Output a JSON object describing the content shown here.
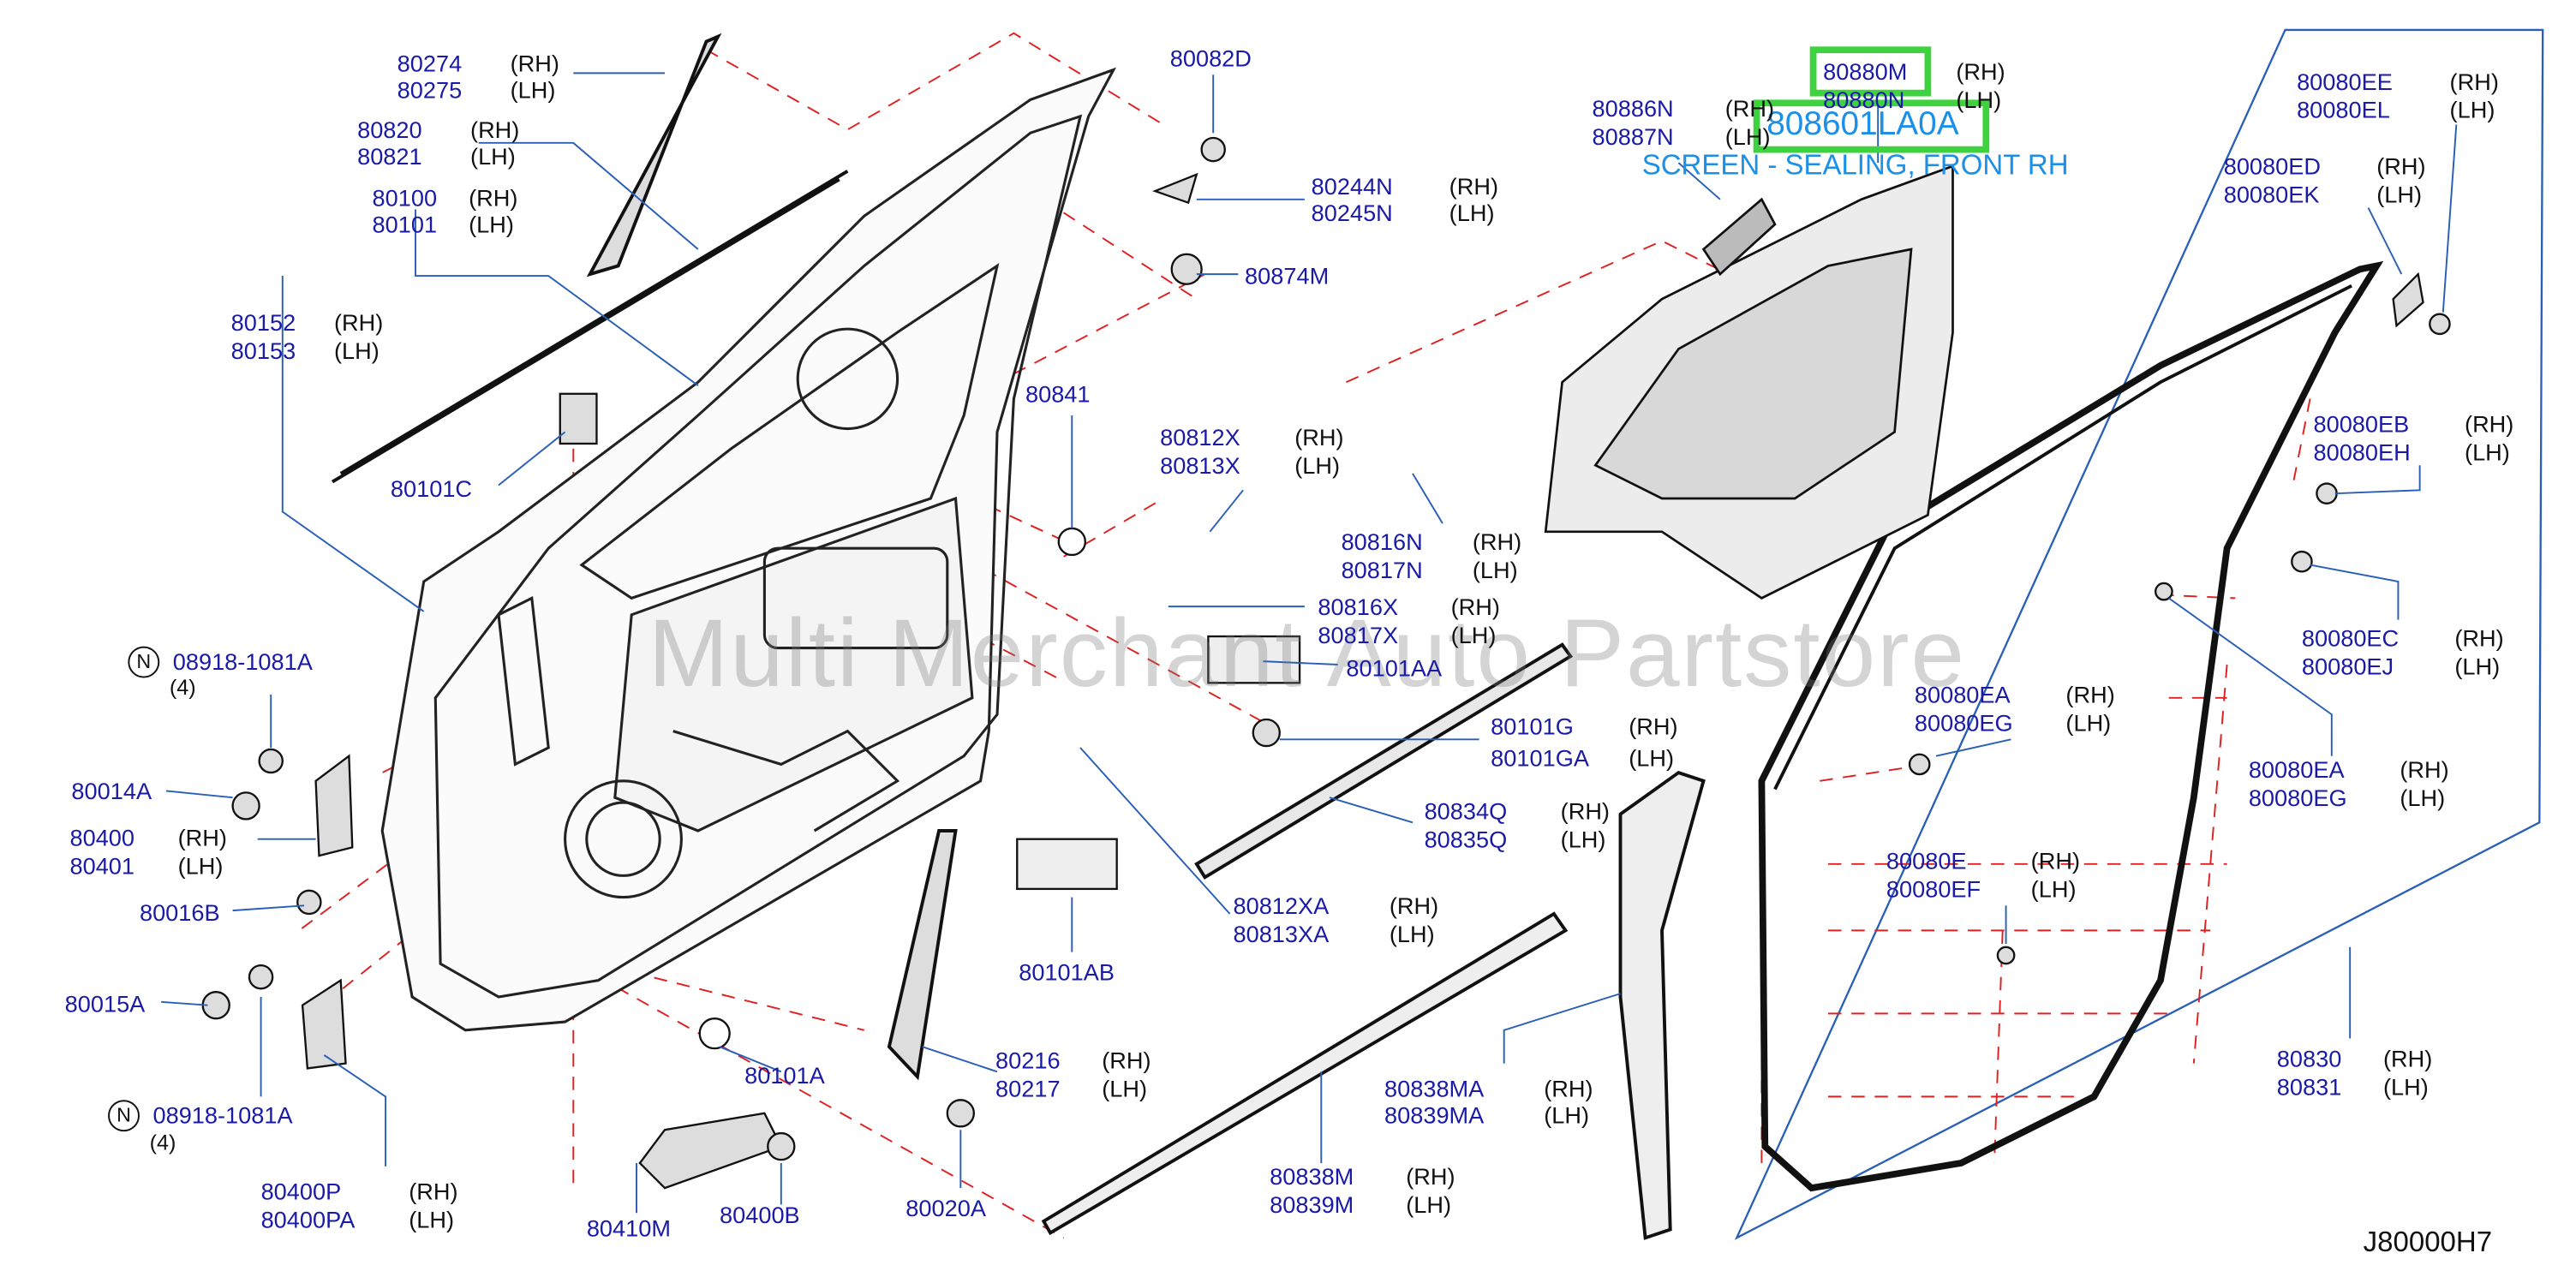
{
  "watermark": "Multi Merchant Auto Partstore",
  "diagram_code": "J80000H7",
  "highlight": {
    "part_number": "808601LA0A",
    "description": "SCREEN - SEALING, FRONT RH"
  },
  "qty_note": "(4)",
  "n_symbol": "N",
  "callouts": [
    {
      "id": "c1",
      "top": "80274",
      "bottom": "80275",
      "rh": "(RH)",
      "lh": "(LH)"
    },
    {
      "id": "c2",
      "top": "80820",
      "bottom": "80821",
      "rh": "(RH)",
      "lh": "(LH)"
    },
    {
      "id": "c3",
      "top": "80100",
      "bottom": "80101",
      "rh": "(RH)",
      "lh": "(LH)"
    },
    {
      "id": "c4",
      "top": "80152",
      "bottom": "80153",
      "rh": "(RH)",
      "lh": "(LH)"
    },
    {
      "id": "c5",
      "single": "80101C"
    },
    {
      "id": "c6",
      "single": "08918-1081A"
    },
    {
      "id": "c7",
      "single": "80014A"
    },
    {
      "id": "c8",
      "top": "80400",
      "bottom": "80401",
      "rh": "(RH)",
      "lh": "(LH)"
    },
    {
      "id": "c9",
      "single": "80016B"
    },
    {
      "id": "c10",
      "single": "80015A"
    },
    {
      "id": "c11",
      "single": "08918-1081A"
    },
    {
      "id": "c12",
      "top": "80400P",
      "bottom": "80400PA",
      "rh": "(RH)",
      "lh": "(LH)"
    },
    {
      "id": "c13",
      "single": "80410M"
    },
    {
      "id": "c14",
      "single": "80400B"
    },
    {
      "id": "c15",
      "single": "80101A"
    },
    {
      "id": "c16",
      "single": "80020A"
    },
    {
      "id": "c17",
      "top": "80216",
      "bottom": "80217",
      "rh": "(RH)",
      "lh": "(LH)"
    },
    {
      "id": "c18",
      "single": "80082D"
    },
    {
      "id": "c19",
      "top": "80244N",
      "bottom": "80245N",
      "rh": "(RH)",
      "lh": "(LH)"
    },
    {
      "id": "c20",
      "single": "80874M"
    },
    {
      "id": "c21",
      "single": "80841"
    },
    {
      "id": "c22",
      "top": "80812X",
      "bottom": "80813X",
      "rh": "(RH)",
      "lh": "(LH)"
    },
    {
      "id": "c23",
      "top": "80816N",
      "bottom": "80817N",
      "rh": "(RH)",
      "lh": "(LH)"
    },
    {
      "id": "c24",
      "top": "80816X",
      "bottom": "80817X",
      "rh": "(RH)",
      "lh": "(LH)"
    },
    {
      "id": "c25",
      "single": "80101AA"
    },
    {
      "id": "c26",
      "top": "80101G",
      "bottom": "80101GA",
      "rh": "(RH)",
      "lh": "(LH)"
    },
    {
      "id": "c27",
      "top": "80834Q",
      "bottom": "80835Q",
      "rh": "(RH)",
      "lh": "(LH)"
    },
    {
      "id": "c28",
      "top": "80812XA",
      "bottom": "80813XA",
      "rh": "(RH)",
      "lh": "(LH)"
    },
    {
      "id": "c29",
      "single": "80101AB"
    },
    {
      "id": "c30",
      "top": "80838MA",
      "bottom": "80839MA",
      "rh": "(RH)",
      "lh": "(LH)"
    },
    {
      "id": "c31",
      "top": "80838M",
      "bottom": "80839M",
      "rh": "(RH)",
      "lh": "(LH)"
    },
    {
      "id": "c32",
      "top": "80880M",
      "bottom": "80880N",
      "rh": "(RH)",
      "lh": "(LH)"
    },
    {
      "id": "c33",
      "top": "80886N",
      "bottom": "80887N",
      "rh": "(RH)",
      "lh": "(LH)"
    },
    {
      "id": "c34",
      "top": "80080EE",
      "bottom": "80080EL",
      "rh": "(RH)",
      "lh": "(LH)"
    },
    {
      "id": "c35",
      "top": "80080ED",
      "bottom": "80080EK",
      "rh": "(RH)",
      "lh": "(LH)"
    },
    {
      "id": "c36",
      "top": "80080EB",
      "bottom": "80080EH",
      "rh": "(RH)",
      "lh": "(LH)"
    },
    {
      "id": "c37",
      "top": "80080EC",
      "bottom": "80080EJ",
      "rh": "(RH)",
      "lh": "(LH)"
    },
    {
      "id": "c38",
      "top": "80080EA",
      "bottom": "80080EG",
      "rh": "(RH)",
      "lh": "(LH)"
    },
    {
      "id": "c39",
      "top": "80080EA",
      "bottom": "80080EG",
      "rh": "(RH)",
      "lh": "(LH)"
    },
    {
      "id": "c40",
      "top": "80080E",
      "bottom": "80080EF",
      "rh": "(RH)",
      "lh": "(LH)"
    },
    {
      "id": "c41",
      "top": "80830",
      "bottom": "80831",
      "rh": "(RH)",
      "lh": "(LH)"
    }
  ]
}
